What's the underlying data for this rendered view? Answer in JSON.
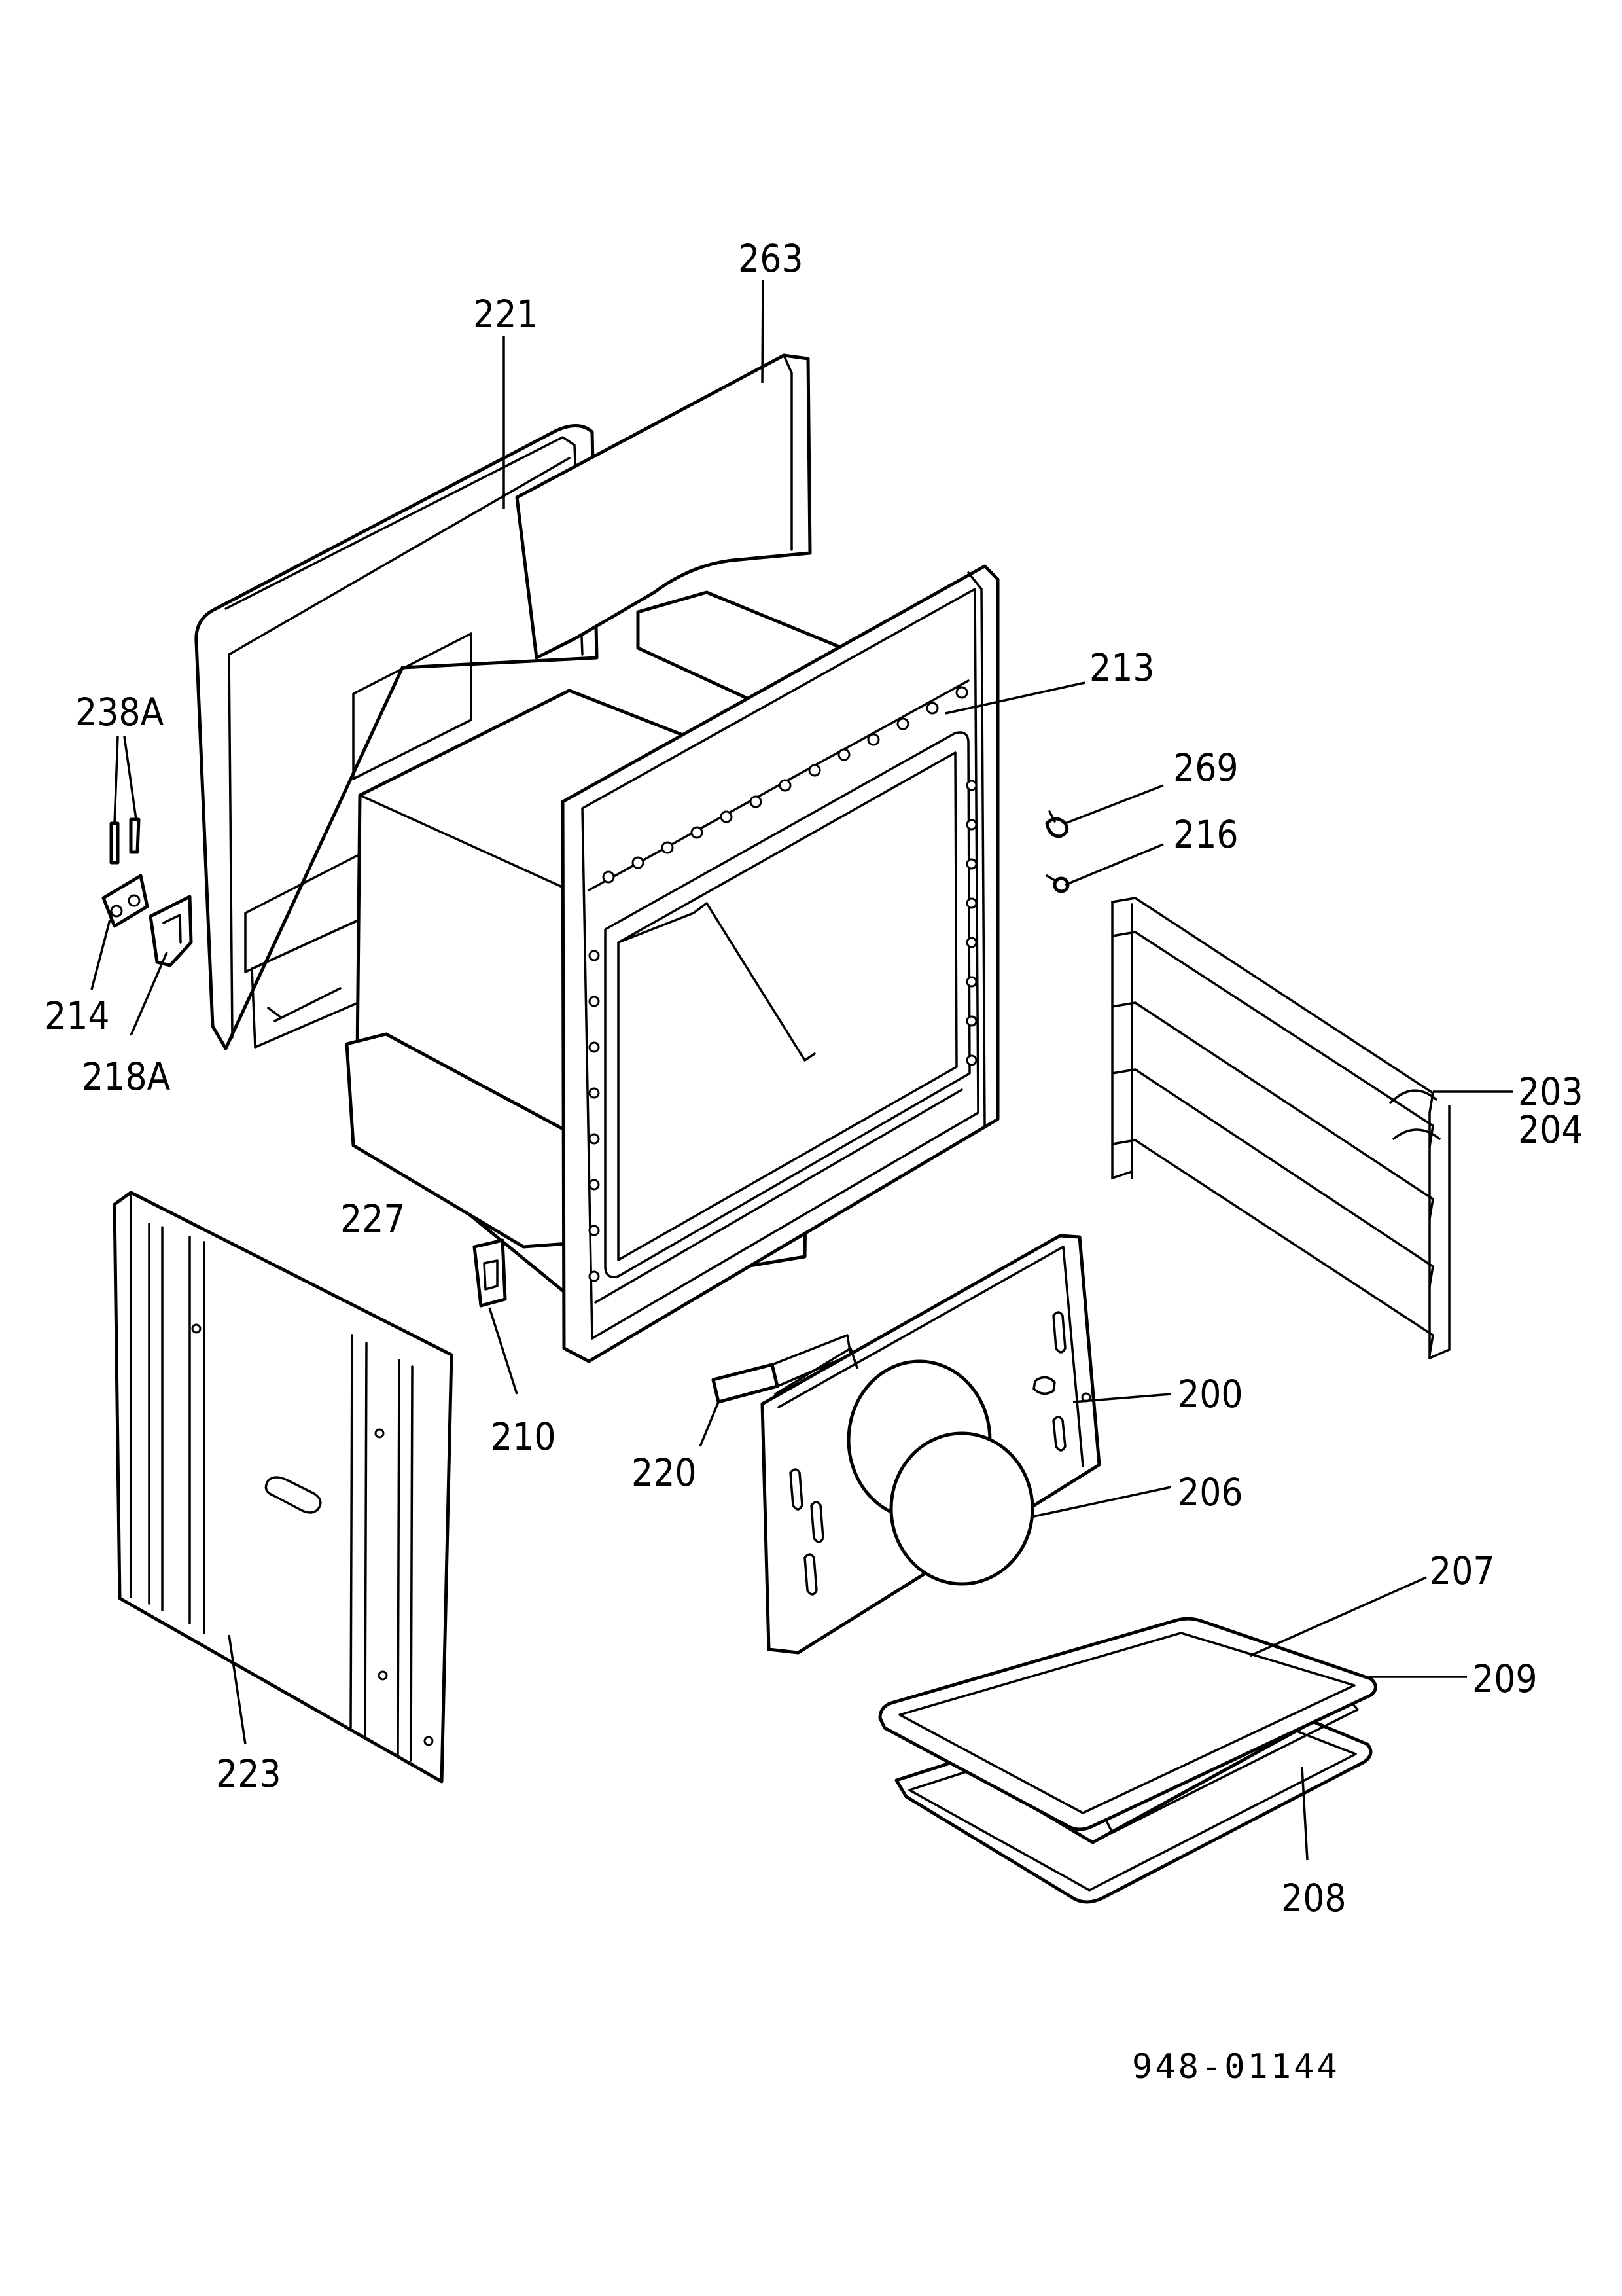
{
  "labels": {
    "p263": "263",
    "p221": "221",
    "p213": "213",
    "p269": "269",
    "p216": "216",
    "p238A": "238A",
    "p214": "214",
    "p218A": "218A",
    "p203": "203",
    "p204": "204",
    "p227": "227",
    "p210": "210",
    "p200": "200",
    "p220": "220",
    "p206": "206",
    "p207": "207",
    "p209": "209",
    "p223": "223",
    "p208": "208"
  },
  "drawing_number": "948-01144"
}
